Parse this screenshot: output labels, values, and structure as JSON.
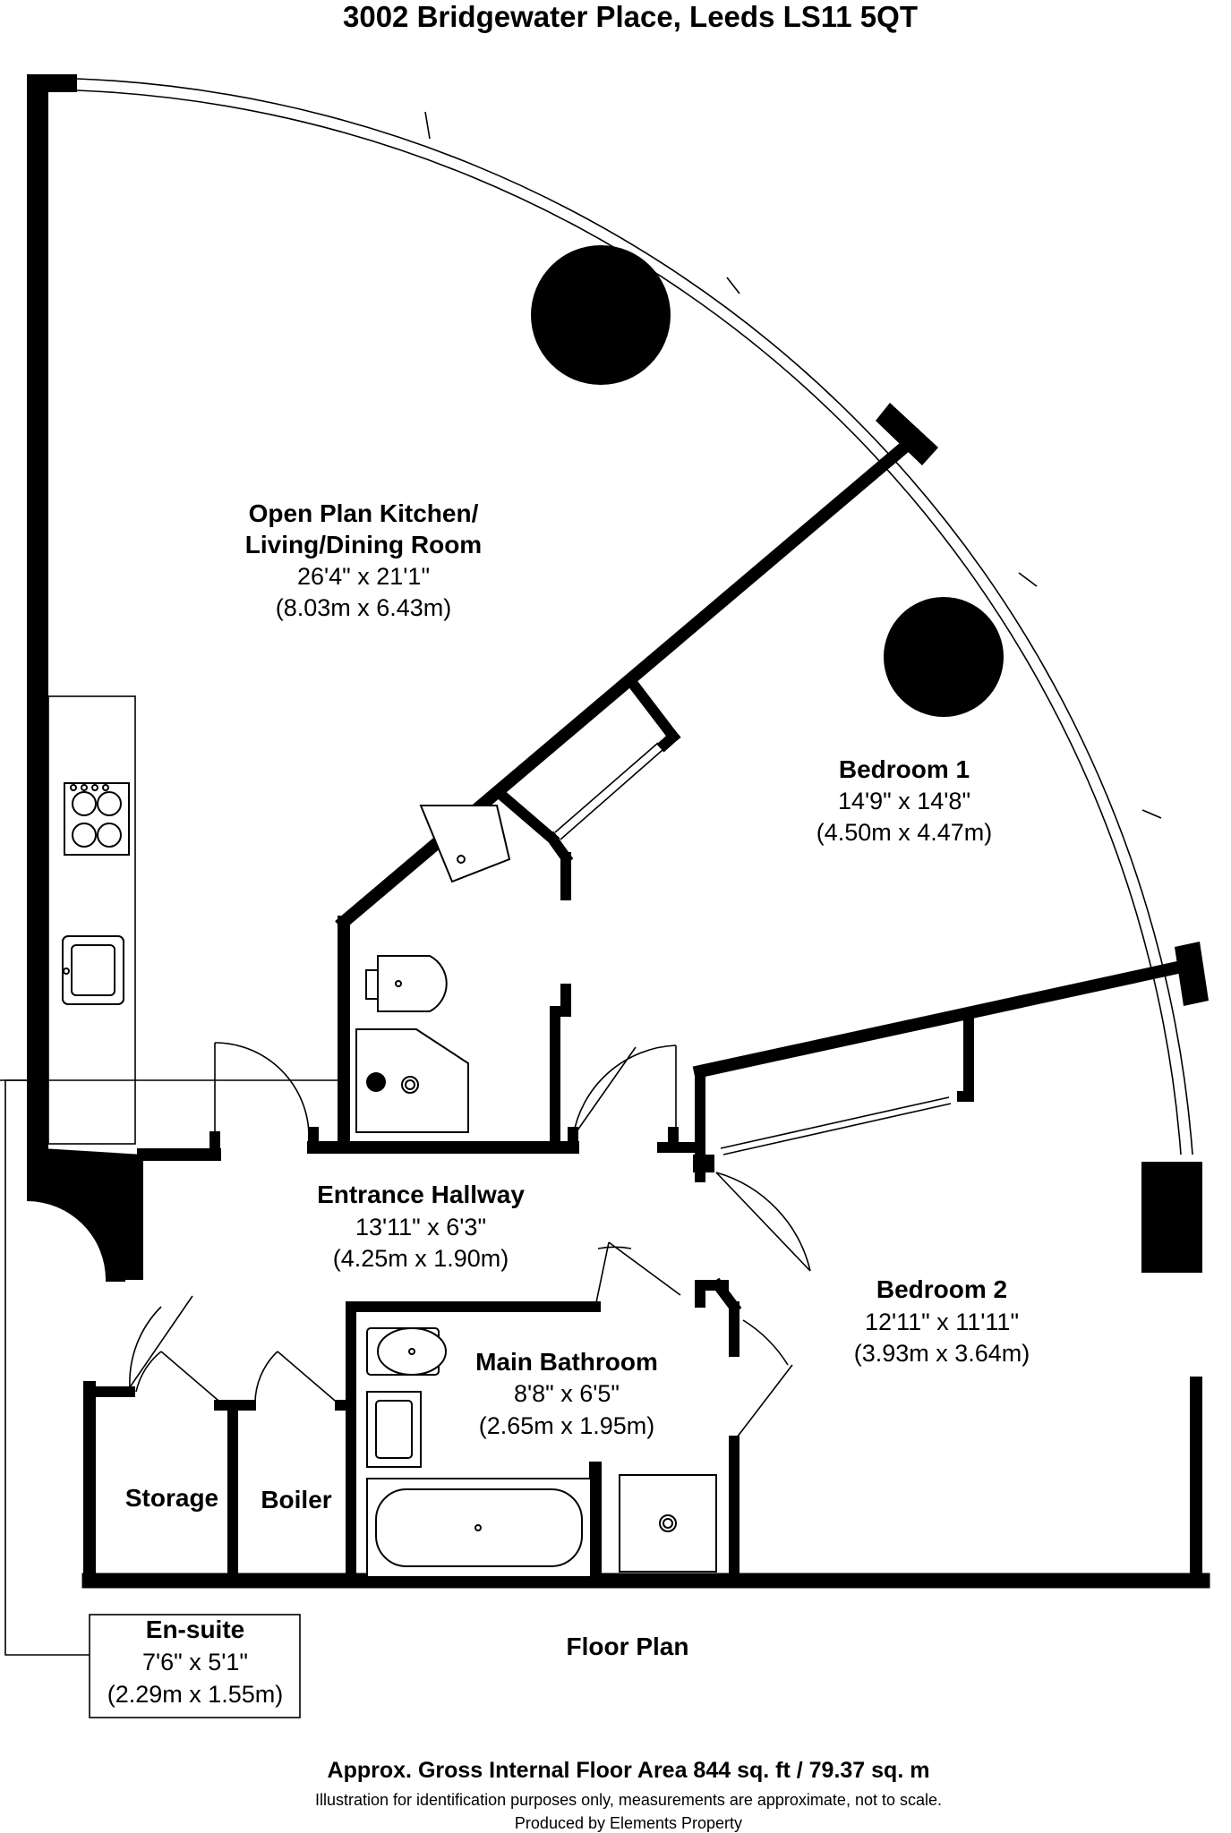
{
  "title": "3002 Bridgewater Place, Leeds LS11 5QT",
  "rooms": {
    "open_plan": {
      "name_line1": "Open Plan Kitchen/",
      "name_line2": "Living/Dining Room",
      "dim_imperial": "26'4\" x 21'1\"",
      "dim_metric": "(8.03m x 6.43m)"
    },
    "bedroom1": {
      "name": "Bedroom 1",
      "dim_imperial": "14'9\" x 14'8\"",
      "dim_metric": "(4.50m x 4.47m)"
    },
    "hallway": {
      "name": "Entrance Hallway",
      "dim_imperial": "13'11\" x 6'3\"",
      "dim_metric": "(4.25m x 1.90m)"
    },
    "bedroom2": {
      "name": "Bedroom 2",
      "dim_imperial": "12'11\" x 11'11\"",
      "dim_metric": "(3.93m x 3.64m)"
    },
    "bathroom": {
      "name": "Main Bathroom",
      "dim_imperial": "8'8\" x 6'5\"",
      "dim_metric": "(2.65m x 1.95m)"
    },
    "storage": {
      "name": "Storage"
    },
    "boiler": {
      "name": "Boiler"
    },
    "ensuite": {
      "name": "En-suite",
      "dim_imperial": "7'6\" x 5'1\"",
      "dim_metric": "(2.29m x 1.55m)"
    }
  },
  "floor_plan_label": "Floor Plan",
  "area_text": "Approx. Gross Internal Floor Area 844 sq. ft / 79.37 sq. m",
  "disclaimer": "Illustration for identification purposes only, measurements are approximate, not to scale.",
  "producer": "Produced by Elements Property"
}
